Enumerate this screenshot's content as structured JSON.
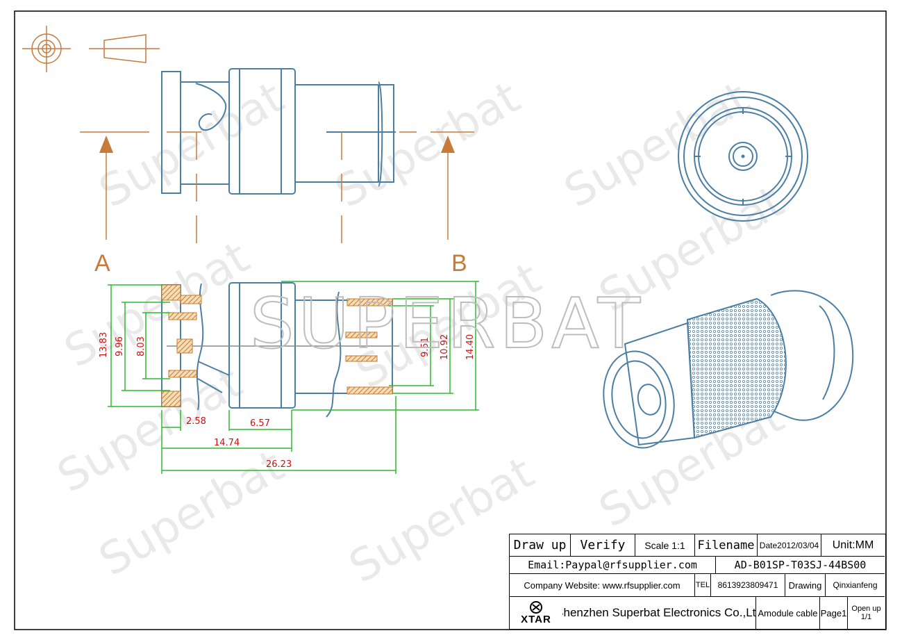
{
  "drawing": {
    "watermark_large": "SUPERBAT",
    "watermark_repeat": "Superbat",
    "section_label_a": "A",
    "section_label_b": "B",
    "colors": {
      "outline": "#4a7fa3",
      "dimension": "#2dbb2d",
      "dimension_text": "#cc1111",
      "hatch": "#d08a3a",
      "border": "#000000"
    },
    "icons": [
      "circle-target-icon",
      "cone-projection-icon"
    ]
  },
  "dimensions": {
    "d_13_83": "13.83",
    "d_9_96": "9.96",
    "d_8_03": "8.03",
    "d_9_51": "9.51",
    "d_10_92": "10.92",
    "d_14_40": "14.40",
    "d_2_58": "2.58",
    "d_6_57": "6.57",
    "d_14_74": "14.74",
    "d_26_23": "26.23"
  },
  "title_block": {
    "draw_up": "Draw up",
    "verify": "Verify",
    "scale": "Scale 1:1",
    "filename": "Filename",
    "date": "Date2012/03/04",
    "unit": "Unit:MM",
    "email": "Email:Paypal@rfsupplier.com",
    "part_number": "AD-B01SP-T03SJ-44BS00",
    "website": "Company Website:  www.rfsupplier.com",
    "tel_label": "TEL",
    "tel": "8613923809471",
    "drawing_label": "Drawing",
    "drawer": "Qinxianfeng",
    "logo_text": "XTAR",
    "company": "Shenzhen Superbat Electronics Co.,Ltd",
    "cable": "Amodule cable",
    "page": "Page1",
    "open_up": "Open up",
    "open_up_count": "1/1"
  }
}
